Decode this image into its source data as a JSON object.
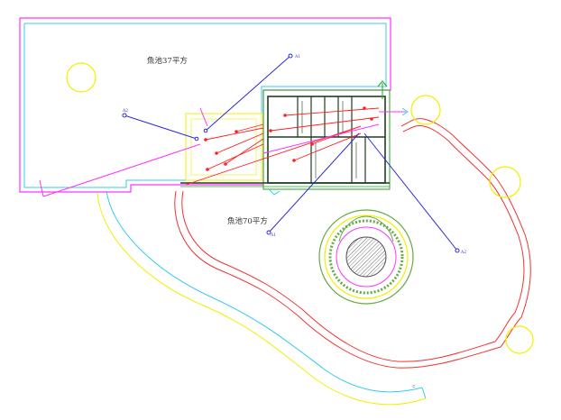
{
  "plan": {
    "pond_small": {
      "label": "魚池37平方"
    },
    "pond_large": {
      "label": "魚池70平方"
    },
    "pipe_tags": {
      "a": "A1",
      "b": "A2",
      "c": "A1",
      "d": "A2"
    }
  },
  "colors": {
    "background": "#ffffff",
    "boundary": "#ff33ff",
    "water_line": "#33ccee",
    "pond_wall": "#ee3333",
    "path_edge": "#f0f000",
    "building": "#1f3d1f",
    "building_outline": "#22aa22",
    "pipe_red": "#ff2020",
    "pipe_blue": "#2a2ad8",
    "pipe_magenta": "#ff33ff",
    "gazebo_green": "#66aa44",
    "gazebo_hatch": "#555555"
  }
}
